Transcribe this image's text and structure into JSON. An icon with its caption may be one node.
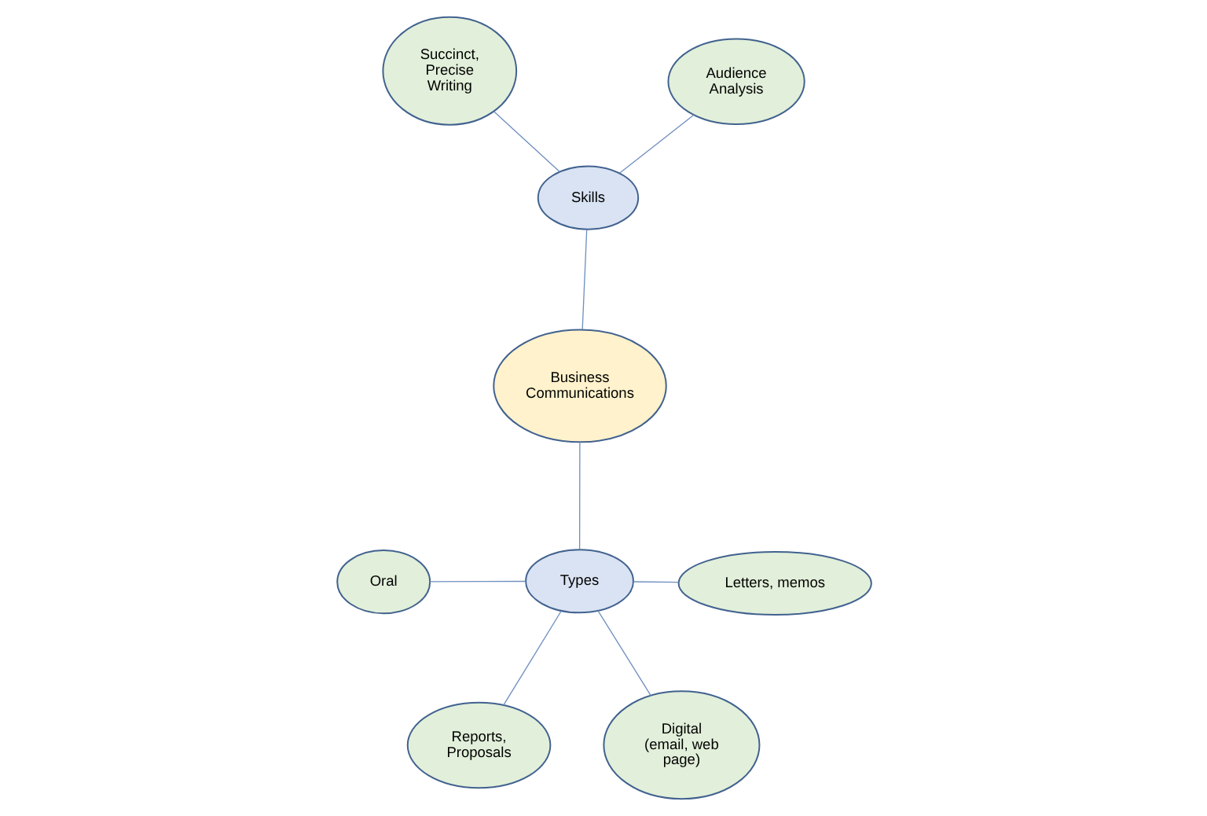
{
  "diagram": {
    "nodes": [
      {
        "text": [
          "Oral"
        ]
      },
      {
        "text": [
          "Audience Analysis"
        ]
      },
      {
        "text": [
          "Reports, Proposals"
        ]
      },
      {
        "text": [
          "Succinct, Precise Writing"
        ]
      },
      {
        "text": [
          "Letters, memos"
        ]
      },
      {
        "text": [
          "Skills"
        ]
      },
      {
        "text": [
          "Types"
        ]
      },
      {
        "text": [
          "Digital (email, web page)"
        ]
      },
      {
        "text": [
          "Business Communications"
        ]
      }
    ],
    "edges": [
      {
        "from": 6,
        "to": 0,
        "arrow": "none"
      },
      {
        "from": 6,
        "to": 2,
        "arrow": "none"
      },
      {
        "from": 6,
        "to": 4,
        "arrow": "none"
      },
      {
        "from": 6,
        "to": 7,
        "arrow": "none"
      },
      {
        "from": 8,
        "to": 6,
        "arrow": "none"
      },
      {
        "from": 5,
        "to": 1,
        "arrow": "none"
      },
      {
        "from": 5,
        "to": 3,
        "arrow": "none"
      },
      {
        "from": 8,
        "to": 5,
        "arrow": "none"
      }
    ]
  }
}
